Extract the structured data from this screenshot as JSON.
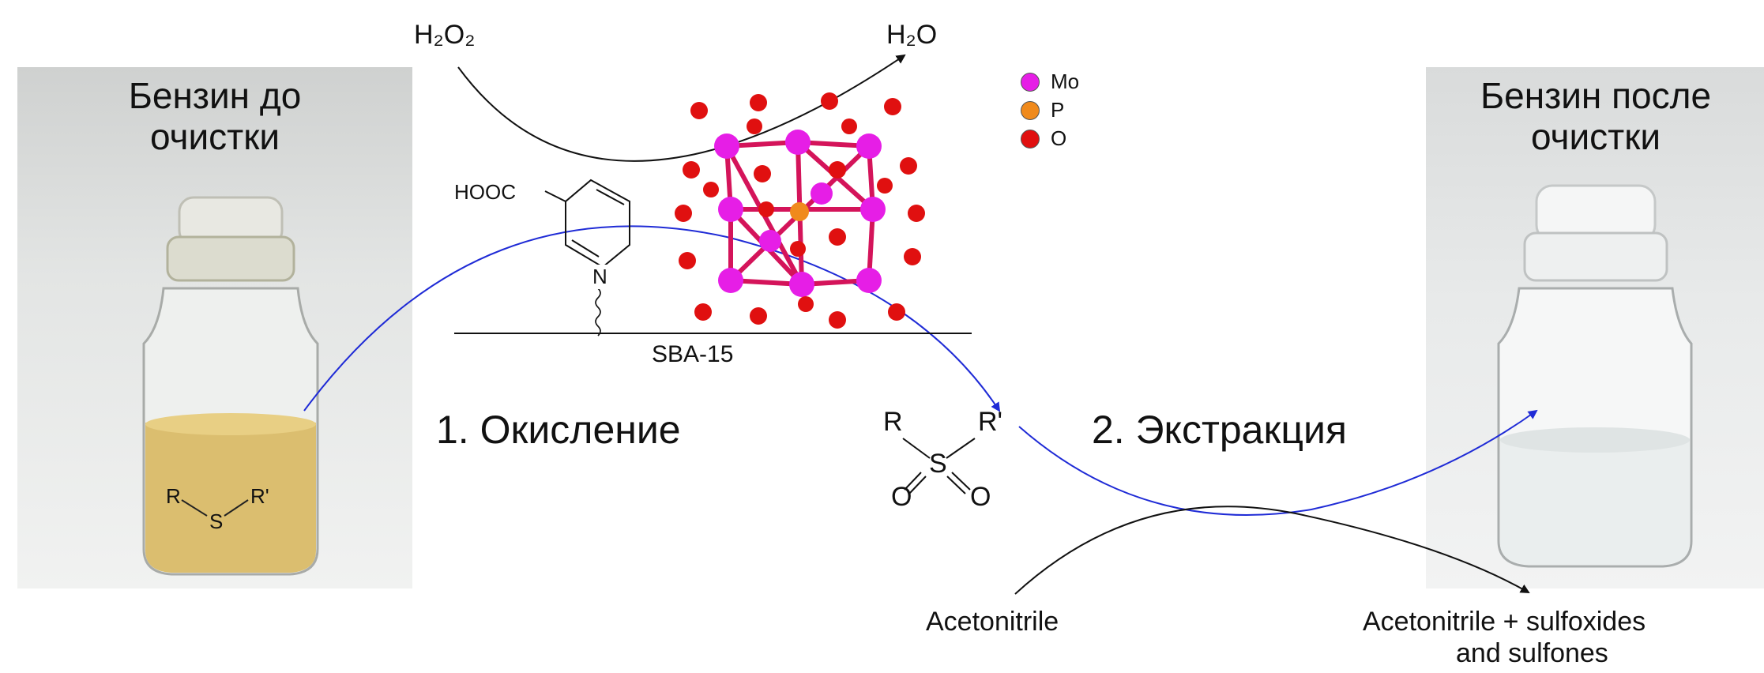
{
  "before": {
    "title_line1": "Бензин до",
    "title_line2": "очистки",
    "structure": {
      "r": "R",
      "s": "S",
      "r2": "R'"
    }
  },
  "after": {
    "title_line1": "Бензин после",
    "title_line2": "очистки"
  },
  "oxidant": {
    "in": "H₂O₂",
    "out": "H₂O"
  },
  "ligand": {
    "group": "HOOC",
    "atom": "N",
    "support": "SBA-15"
  },
  "legend": [
    {
      "label": "Mo",
      "color": "#e61ee6"
    },
    {
      "label": "P",
      "color": "#f08a1c"
    },
    {
      "label": "O",
      "color": "#e01010"
    }
  ],
  "steps": {
    "step1": "1. Окисление",
    "step2": "2. Экстракция"
  },
  "sulfone": {
    "r": "R",
    "r2": "R'",
    "s": "S",
    "o1": "O",
    "o2": "O"
  },
  "extraction": {
    "solvent": "Acetonitrile",
    "product_line1": "Acetonitrile + sulfoxides",
    "product_line2": "and sulfones"
  },
  "colors": {
    "blue_arrow": "#1f2bd6",
    "black_arrow": "#111111",
    "gasoline": "#d8b860"
  }
}
